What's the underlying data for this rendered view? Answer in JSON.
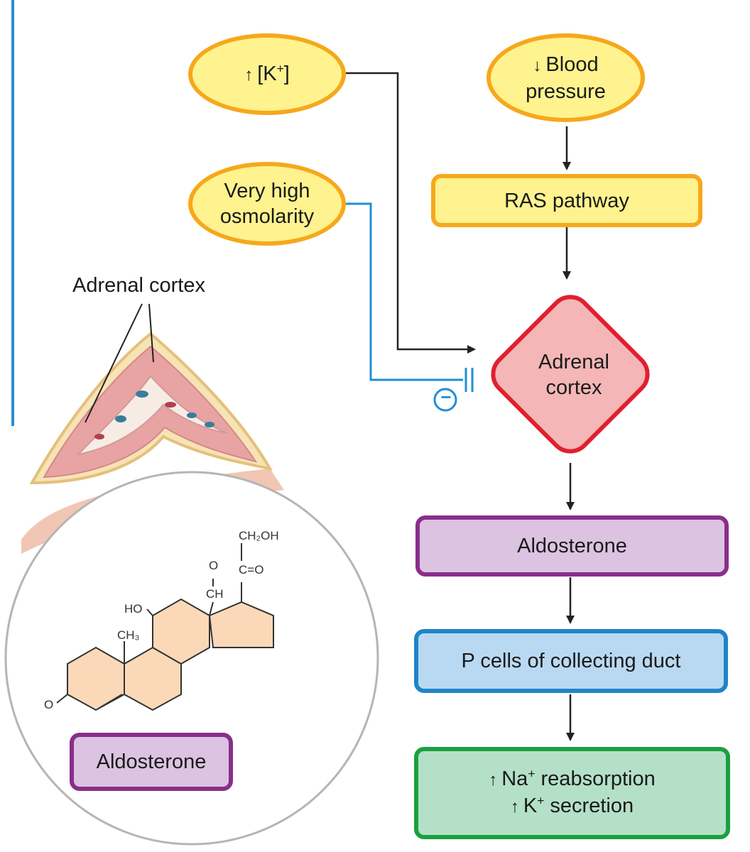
{
  "nodes": {
    "potassium": {
      "arrow": "↑",
      "text": "[K",
      "sup": "+",
      "close": "]"
    },
    "blood_pressure": {
      "arrow": "↓",
      "line1": "Blood",
      "line2": "pressure"
    },
    "osmolarity": {
      "line1": "Very high",
      "line2": "osmolarity"
    },
    "ras": {
      "text": "RAS pathway"
    },
    "adrenal": {
      "line1": "Adrenal",
      "line2": "cortex"
    },
    "aldosterone": {
      "text": "Aldosterone"
    },
    "p_cells": {
      "text": "P cells of collecting duct"
    },
    "effects": {
      "arrow": "↑",
      "na_prefix": "Na",
      "na_sup": "+",
      "na_suffix": " reabsorption",
      "k_prefix": "K",
      "k_sup": "+",
      "k_suffix": " secretion"
    }
  },
  "inhibition_symbol": "−",
  "illustration": {
    "label": "Adrenal cortex",
    "molecule_label": "Aldosterone",
    "chem_labels": {
      "ch2oh": "CH₂OH",
      "c_eq_o": "C=O",
      "o_top": "O",
      "ch": "CH",
      "ho": "HO",
      "ch3": "CH₃",
      "o_ketone": "O"
    }
  },
  "colors": {
    "yellow_fill": "#fff38f",
    "orange_border": "#f6a81c",
    "red_border": "#e0202e",
    "pink_fill": "#f4b6b6",
    "purple_border": "#8a2e8a",
    "blue_border": "#1f84c8",
    "green_border": "#1aa040",
    "inhibit_line": "#1f8fd6"
  }
}
